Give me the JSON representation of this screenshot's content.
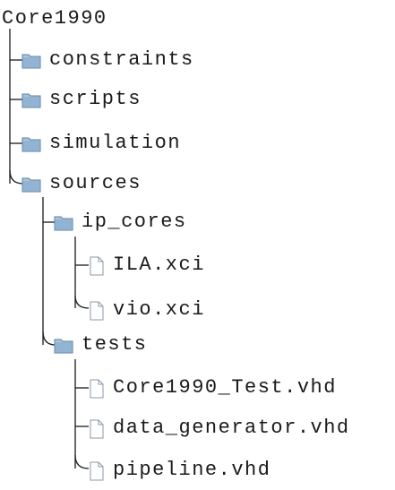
{
  "root": {
    "label": "Core1990",
    "icon": "none",
    "children": [
      {
        "label": "constraints",
        "icon": "folder-icon"
      },
      {
        "label": "scripts",
        "icon": "folder-icon"
      },
      {
        "label": "simulation",
        "icon": "folder-icon"
      },
      {
        "label": "sources",
        "icon": "folder-icon",
        "children": [
          {
            "label": "ip_cores",
            "icon": "folder-icon",
            "children": [
              {
                "label": "ILA.xci",
                "icon": "file-icon"
              },
              {
                "label": "vio.xci",
                "icon": "file-icon"
              }
            ]
          },
          {
            "label": "tests",
            "icon": "folder-icon",
            "children": [
              {
                "label": "Core1990_Test.vhd",
                "icon": "file-icon"
              },
              {
                "label": "data_generator.vhd",
                "icon": "file-icon"
              },
              {
                "label": "pipeline.vhd",
                "icon": "file-icon"
              }
            ]
          }
        ]
      }
    ]
  },
  "colors": {
    "line": "#1a1a1a",
    "folder_fill": "#a9c4dc",
    "folder_stroke": "#5b7fa0",
    "file_stroke": "#8a9aa8"
  }
}
